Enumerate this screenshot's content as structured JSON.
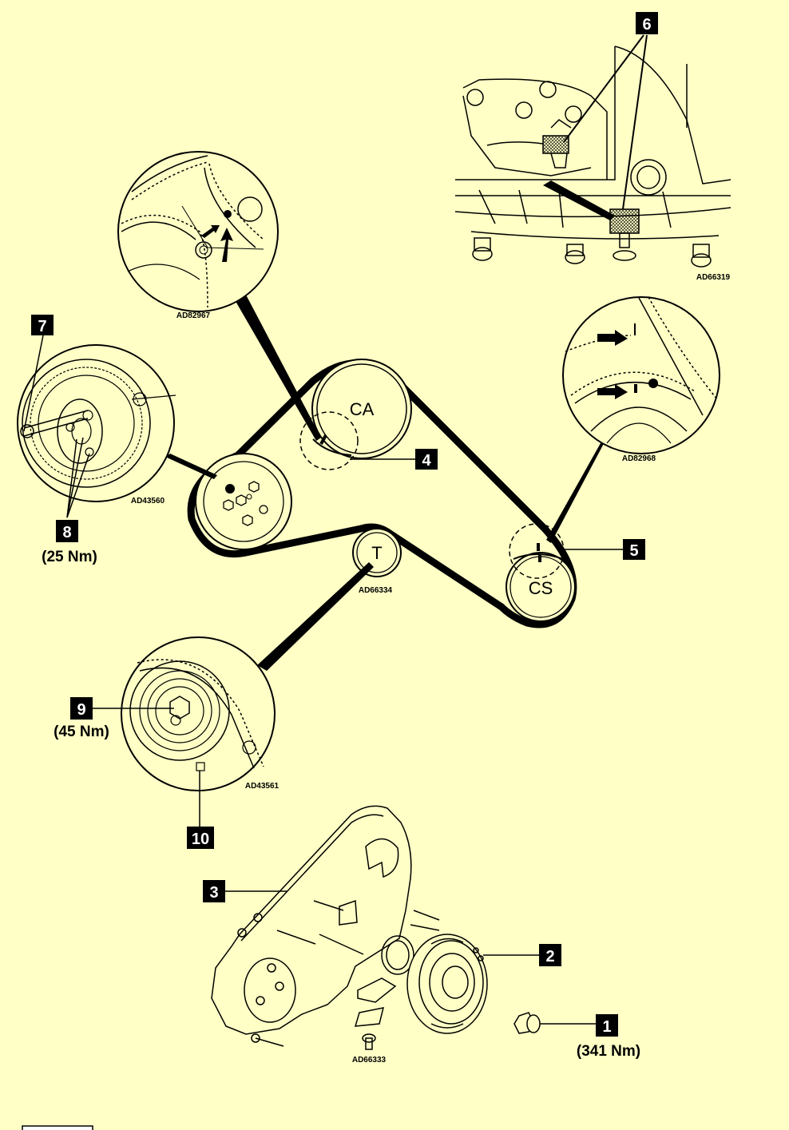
{
  "pulleys": {
    "camshaft": "CA",
    "crankshaft": "CS",
    "tensioner": "T"
  },
  "callouts": {
    "c1": "1",
    "c2": "2",
    "c3": "3",
    "c4": "4",
    "c5": "5",
    "c6": "6",
    "c7": "7",
    "c8": "8",
    "c9": "9",
    "c10": "10"
  },
  "torques": {
    "t8": "(25 Nm)",
    "t9": "(45 Nm)",
    "t1": "(341 Nm)"
  },
  "refs": {
    "r1": "AD66319",
    "r2": "AD82967",
    "r3": "AD82968",
    "r4": "AD43560",
    "r5": "AD66334",
    "r6": "AD43561",
    "r7": "AD66333"
  }
}
